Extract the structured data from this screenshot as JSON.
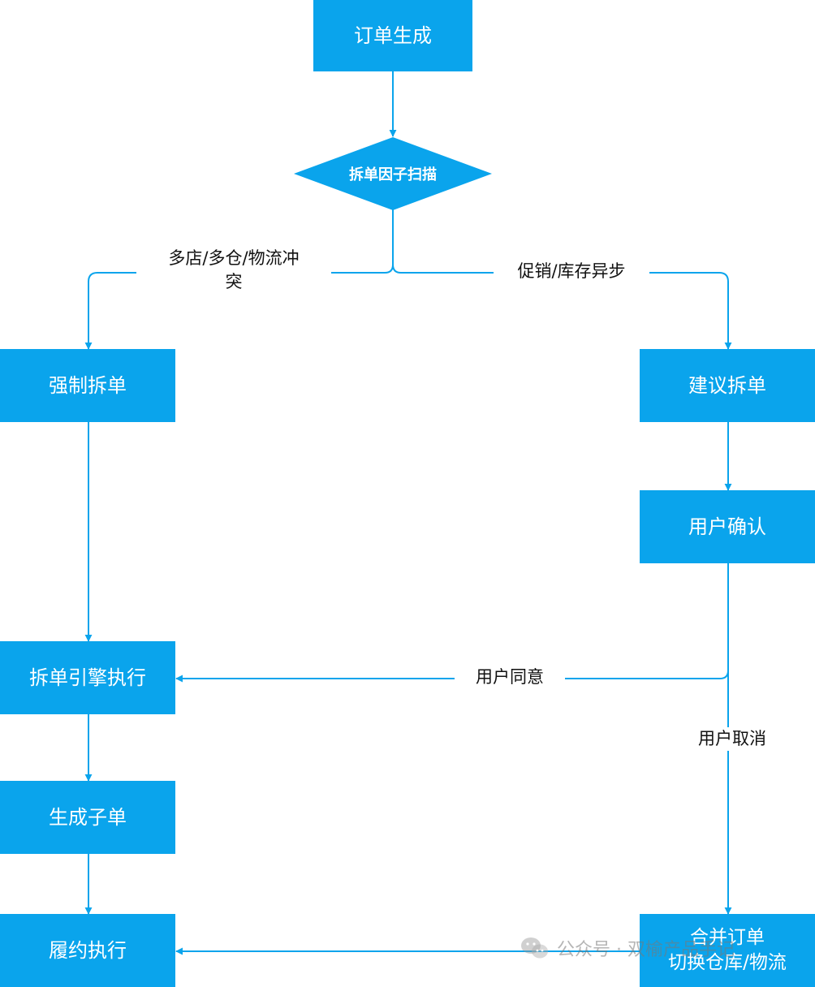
{
  "nodes": {
    "order_created": "订单生成",
    "factor_scan": "拆单因子扫描",
    "forced_split": "强制拆单",
    "suggested_split": "建议拆单",
    "user_confirm": "用户确认",
    "split_engine": "拆单引擎执行",
    "create_suborders": "生成子单",
    "fulfillment": "履约执行",
    "merge_switch": "合并订单\n切换仓库/物流"
  },
  "edge_labels": {
    "multi_store_conflict": "多店/多仓/物流冲\n突",
    "promo_stock_async": "促销/库存异步",
    "user_agrees": "用户同意",
    "user_cancels": "用户取消"
  },
  "watermark": "公众号 · 双榆产品手记",
  "colors": {
    "node_fill": "#0aa4ec",
    "connector": "#0aa4ec",
    "node_text": "#ffffff",
    "label_text": "#111111"
  }
}
